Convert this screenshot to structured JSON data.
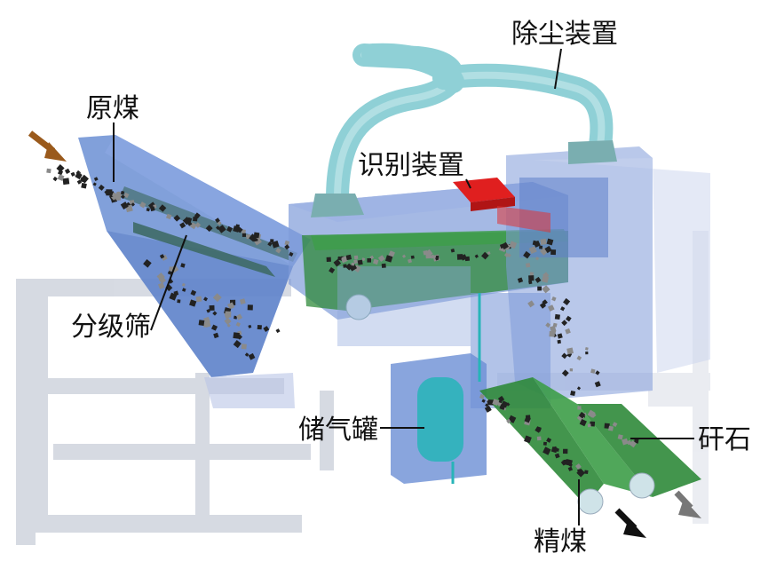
{
  "labels": {
    "raw_coal": "原煤",
    "dust_removal": "除尘装置",
    "identification": "识别装置",
    "classifying_screen": "分级筛",
    "gas_tank": "储气罐",
    "gangue": "矸石",
    "clean_coal": "精煤"
  },
  "colors": {
    "screen_box": "#6b8fd4",
    "duct": "#8fd0d6",
    "conveyor_belt": "#2f8a3a",
    "sensor": "#e01f1f",
    "gas_tank_body": "#27b4b8",
    "frame": "#cdd2dc",
    "housing": "#7f9bd8",
    "feed_arrow": "#9a5a1c",
    "clean_coal_arrow": "#111111",
    "gangue_arrow": "#777777"
  }
}
